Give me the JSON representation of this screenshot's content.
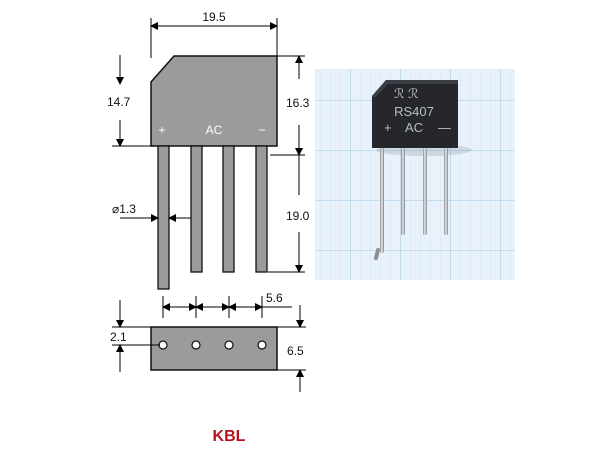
{
  "dimensions": {
    "width_top": "19.5",
    "height_left": "14.7",
    "height_right": "16.3",
    "lead_length": "19.0",
    "lead_diameter": "⌀1.3",
    "lead_pitch": "5.6",
    "bottom_thickness": "2.1",
    "bottom_width": "6.5"
  },
  "body_markings": {
    "plus": "+",
    "ac": "AC",
    "minus": "−"
  },
  "photo": {
    "part_number": "RS407",
    "ac_text": "AC",
    "plus": "+",
    "minus": "—"
  },
  "package_label": "KBL",
  "colors": {
    "body_gray": "#9a9a9a",
    "package_label": "#b5121b",
    "photo_grid": "#b8d6ee",
    "photo_bg": "#e8f1f9",
    "component_body": "#24262b"
  }
}
